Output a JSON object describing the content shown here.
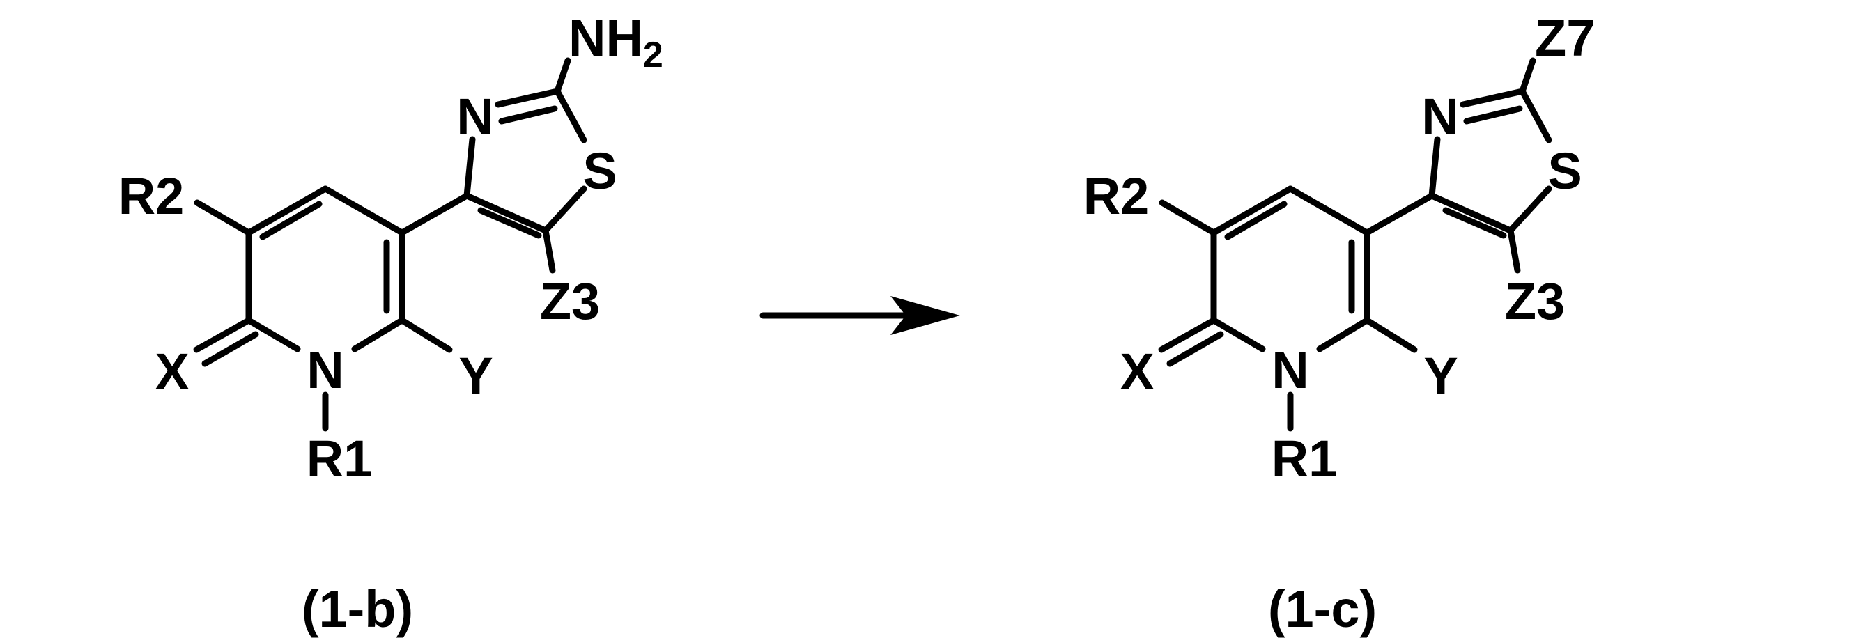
{
  "scheme": {
    "reactant": {
      "caption": "(1-b)",
      "atoms": {
        "r2": "R2",
        "x": "X",
        "n_ring": "N",
        "y": "Y",
        "r1": "R1",
        "n_thiazole": "N",
        "s": "S",
        "z3": "Z3",
        "amine_main": "NH",
        "amine_sub": "2"
      }
    },
    "product": {
      "caption": "(1-c)",
      "atoms": {
        "r2": "R2",
        "x": "X",
        "n_ring": "N",
        "y": "Y",
        "r1": "R1",
        "n_thiazole": "N",
        "s": "S",
        "z3": "Z3",
        "z7": "Z7"
      }
    },
    "colors": {
      "ink": "#000000",
      "background": "#ffffff"
    }
  }
}
